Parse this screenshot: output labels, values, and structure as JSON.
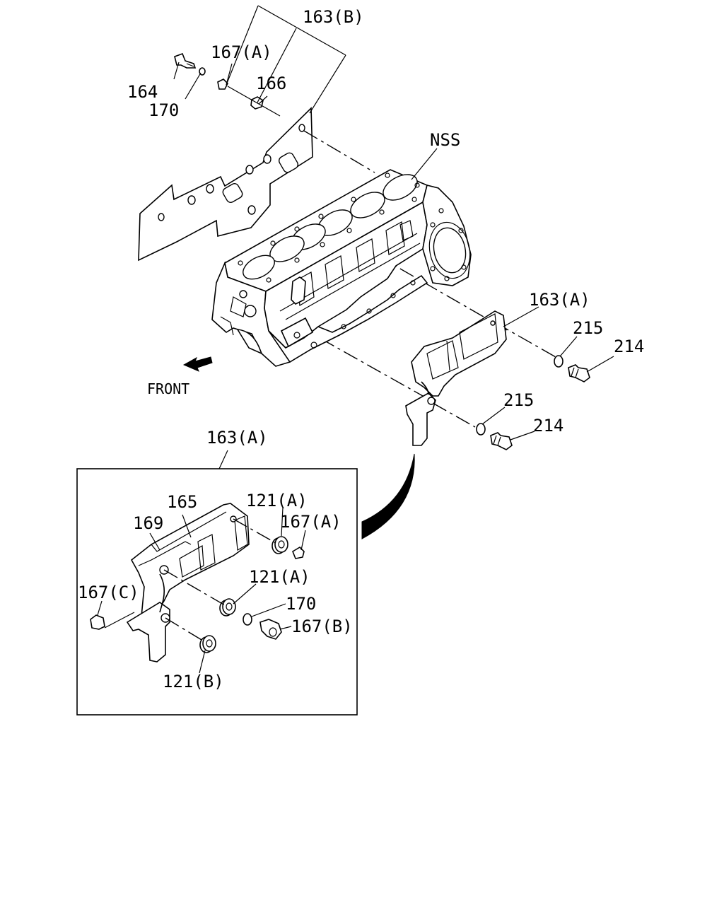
{
  "labels": {
    "top_163b": "163(B)",
    "top_167a": "167(A)",
    "top_166": "166",
    "top_164": "164",
    "top_170": "170",
    "nss": "NSS",
    "mid_163a": "163(A)",
    "mid_215_upper": "215",
    "mid_214_upper": "214",
    "mid_215_lower": "215",
    "mid_214_lower": "214",
    "front": "FRONT",
    "detail_163a": "163(A)",
    "detail_165": "165",
    "detail_169": "169",
    "detail_121a_upper": "121(A)",
    "detail_167a": "167(A)",
    "detail_121a_lower": "121(A)",
    "detail_170": "170",
    "detail_167c": "167(C)",
    "detail_167b": "167(B)",
    "detail_121b": "121(B)"
  },
  "colors": {
    "line": "#000000",
    "background": "#ffffff"
  }
}
